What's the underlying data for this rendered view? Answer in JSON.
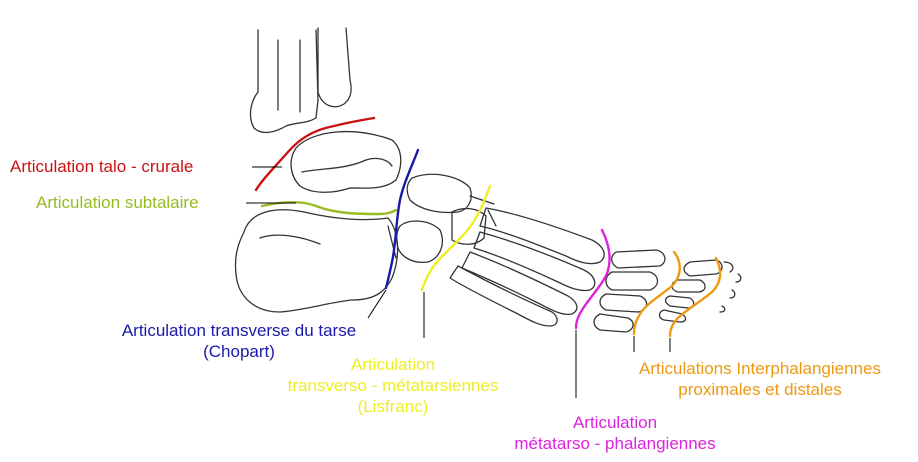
{
  "colors": {
    "talo": "#cc1111",
    "subtalaire": "#99bb22",
    "chopart": "#1a1aaa",
    "lisfranc": "#eeee22",
    "metatarso": "#dd22dd",
    "interphal": "#ee9911",
    "outline": "#333333",
    "leader": "#000000"
  },
  "labels": {
    "talo": "Articulation talo - crurale",
    "subtalaire": "Articulation subtalaire",
    "chopart_1": "Articulation transverse du tarse",
    "chopart_2": "(Chopart)",
    "lisfranc_1": "Articulation",
    "lisfranc_2": "transverso - métatarsiennes",
    "lisfranc_3": "(Lisfranc)",
    "metatarso_1": "Articulation",
    "metatarso_2": "métatarso - phalangiennes",
    "interphal_1": "Articulations Interphalangiennes",
    "interphal_2": "proximales et distales"
  }
}
